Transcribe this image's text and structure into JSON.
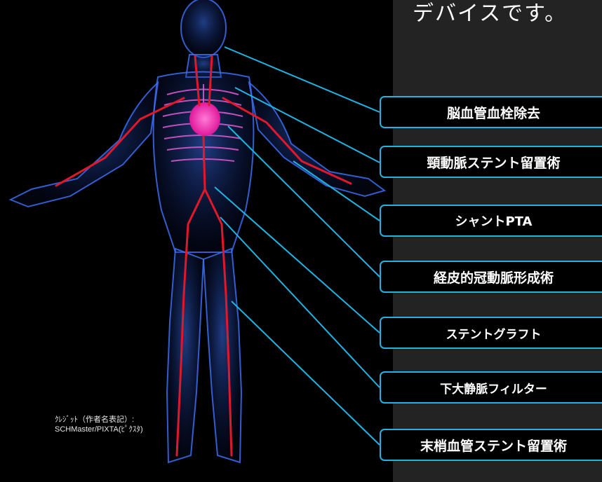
{
  "heading": "デバイスです。",
  "labels": [
    "脳血管血栓除去",
    "頸動脈ステント留置術",
    "シャントPTA",
    "経皮的冠動脈形成術",
    "ステントグラフト",
    "下大静脈フィルター",
    "末梢血管ステント留置術"
  ],
  "credit": {
    "line1": "ｸﾚｼﾞｯﾄ（作者名表記）:",
    "line2": "SCHMaster/PIXTA(ﾋﾟｸｽﾀ)"
  },
  "colors": {
    "accent": "#1fb4e3",
    "panel": "#232323",
    "artery": "#e0182a",
    "body_glow": "#2a5ad8"
  }
}
